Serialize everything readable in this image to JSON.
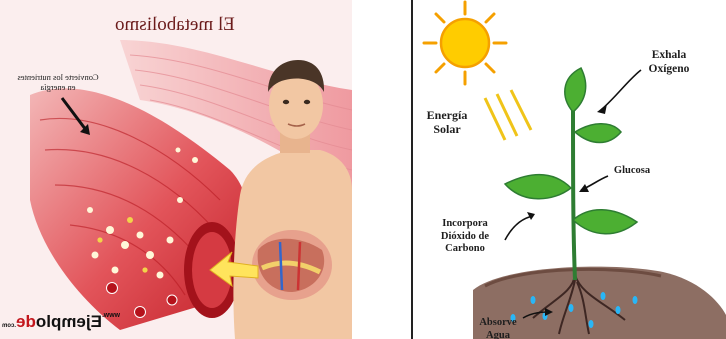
{
  "metabolism": {
    "title": "El metabolismo",
    "annotation": "Convierte los nutrientes en energía",
    "brand_prefix": "www.",
    "brand_main": "Ejemplo",
    "brand_accent": "de",
    "brand_suffix": ".com"
  },
  "photosynthesis": {
    "labels": {
      "energy": "Energía Solar",
      "oxygen": "Exhala Oxígeno",
      "glucose": "Glucosa",
      "co2": "Incorpora Dióxido de Carbono",
      "water": "Absorve Agua"
    }
  },
  "colors": {
    "muscle_red": "#d9323a",
    "muscle_pink": "#f1a6a6",
    "skin": "#f2c7a3",
    "leaf_green": "#4caf32",
    "stem_green": "#2e7d32",
    "sun_yellow": "#ffcc00",
    "soil_brown": "#8d6e63",
    "water_blue": "#29b6f6"
  },
  "icons": [
    "sun-icon",
    "arrow-icon",
    "plant-illustration",
    "muscle-illustration",
    "human-illustration"
  ]
}
